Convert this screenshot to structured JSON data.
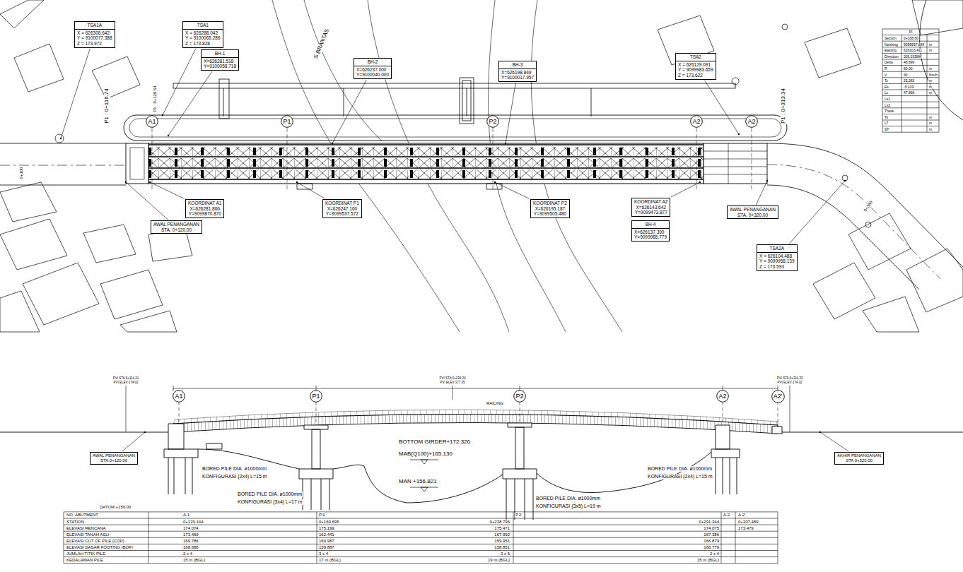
{
  "diagram": {
    "nodes": [
      {
        "text": [
          "TSA1A",
          "X = 626308.642",
          "Y = 9100077.388",
          "Z = 173.972"
        ]
      },
      {
        "text": [
          "TSA1",
          "X = 626288.042",
          "Y = 9100065.286",
          "Z = 173.828"
        ]
      },
      {
        "text": [
          "BH-1",
          "X=626281.518",
          "Y=9100058.718"
        ]
      },
      {
        "text": [
          "BH-2",
          "X=626237.000",
          "Y=9100040.000"
        ]
      },
      {
        "text": [
          "BH-3",
          "X=626198.849",
          "Y=9100017.957"
        ]
      },
      {
        "text": [
          "TSA2",
          "X = 626129.091",
          "Y = 9099983.659",
          "Z = 173.622"
        ]
      },
      {
        "text": [
          "A1"
        ]
      },
      {
        "text": [
          "P1"
        ]
      },
      {
        "text": [
          "P2"
        ]
      },
      {
        "text": [
          "A2"
        ]
      },
      {
        "text": [
          "A2"
        ]
      },
      {
        "text": [
          "KOORDINAT A1",
          "X=626281.866",
          "Y=9099870.870"
        ]
      },
      {
        "text": [
          "KOORDINAT P1",
          "X=626247.160",
          "Y=9099537.572"
        ]
      },
      {
        "text": [
          "KOORDINAT P2",
          "X=626195.187",
          "Y=9099505.480"
        ]
      },
      {
        "text": [
          "KOORDINAT A2",
          "X=626143.642",
          "Y=9099473.877"
        ]
      },
      {
        "text": [
          "AWAL PENANGANAN",
          "STA. 0+120.00"
        ]
      },
      {
        "text": [
          "BH-4",
          "X=626137.390",
          "Y=9099985.779"
        ]
      },
      {
        "text": [
          "AWAL PENANGANAN",
          "STA. 0+320.00"
        ]
      },
      {
        "text": [
          "TSA2A",
          "X = 626104.488",
          "Y = 9099958.139",
          "Z = 173.593"
        ]
      },
      {
        "text": [
          "A1"
        ]
      },
      {
        "text": [
          "P1"
        ]
      },
      {
        "text": [
          "P2"
        ]
      },
      {
        "text": [
          "A2"
        ]
      },
      {
        "text": [
          "A2'"
        ]
      },
      {
        "text": [
          "AWAL PENANGANAN",
          "STA.0+120.00"
        ]
      },
      {
        "text": [
          "AKHIR PENANGANAN",
          "STA 0+320.00"
        ]
      }
    ],
    "labels": [
      "S BRANTAS",
      "P1 : 0+116.74",
      "P1 : 0+128.54",
      "P1 : 0+313.34",
      "0+100",
      "0+350",
      "PI",
      "Section",
      "0+338.60",
      "Northing",
      "9099957.884",
      "m",
      "Easting",
      "626103.411",
      "m",
      "Direction",
      "326.3158W",
      "Delta",
      "46.899",
      "R",
      "60.00",
      "m",
      "V",
      "40",
      "Km/h",
      "Tc",
      "25.283",
      "m",
      "Es",
      "-5.109",
      "m",
      "Lc",
      "47.866",
      "m",
      "Ls1",
      "Ls2",
      "Theta",
      "Ts",
      "m",
      "LT",
      "m",
      "ST",
      "m",
      "PVI STA:0+114.21",
      "PVI ELEV:174.02",
      "PVI STA:0+230.24",
      "PVI ELEV:177.35",
      "PVI STA:0+311.33",
      "PVI ELEV:174.32",
      "RAILING",
      "BOTTOM GIRDER+172.326",
      "MAB(Q100)+165.130",
      "MAN +156.821",
      "BORED PILE DIA. ø1000mm",
      "KONFIGURASI (2x4) L=15 m",
      "BORED PILE DIA. ø1000mm",
      "KONFIGURASI (3x4) L=17 m",
      "BORED PILE DIA. ø1000mm",
      "KONFIGURASI (3x5) L=19 m",
      "BORED PILE DIA. ø1000mm",
      "KONFIGURASI (2x4) L=15 m",
      "DATUM +150.00",
      "NO. ABUTMENT",
      "A.1",
      "P.1",
      "P.2",
      "A.2",
      "A.2'",
      "STATION",
      "0+129.144",
      "0+169.695",
      "0+238.795",
      "0+291.344",
      "0+307.489",
      "ELEVASI RENCANA",
      "174.074",
      "175.199",
      "175.471",
      "174.075",
      "173.479",
      "ELEVASI TANAH ASLI",
      "173.469",
      "162.441",
      "167.992",
      "167.386",
      "ELEVASI CUT OF PILE (COP)",
      "169.786",
      "160.987",
      "159.951",
      "166.879",
      "ELEVASI DASAR FOOTING (BOF)",
      "168.686",
      "159.887",
      "158.851",
      "166.779",
      "JUMLAH TITIK PILE",
      "2 x 4",
      "3 x 4",
      "3 x 5",
      "2 x 4",
      "KEDALAMAN PILE",
      "15 m (BGL)",
      "17 m (BGL)",
      "19 m (BGL)",
      "15 m (BGL)"
    ]
  }
}
